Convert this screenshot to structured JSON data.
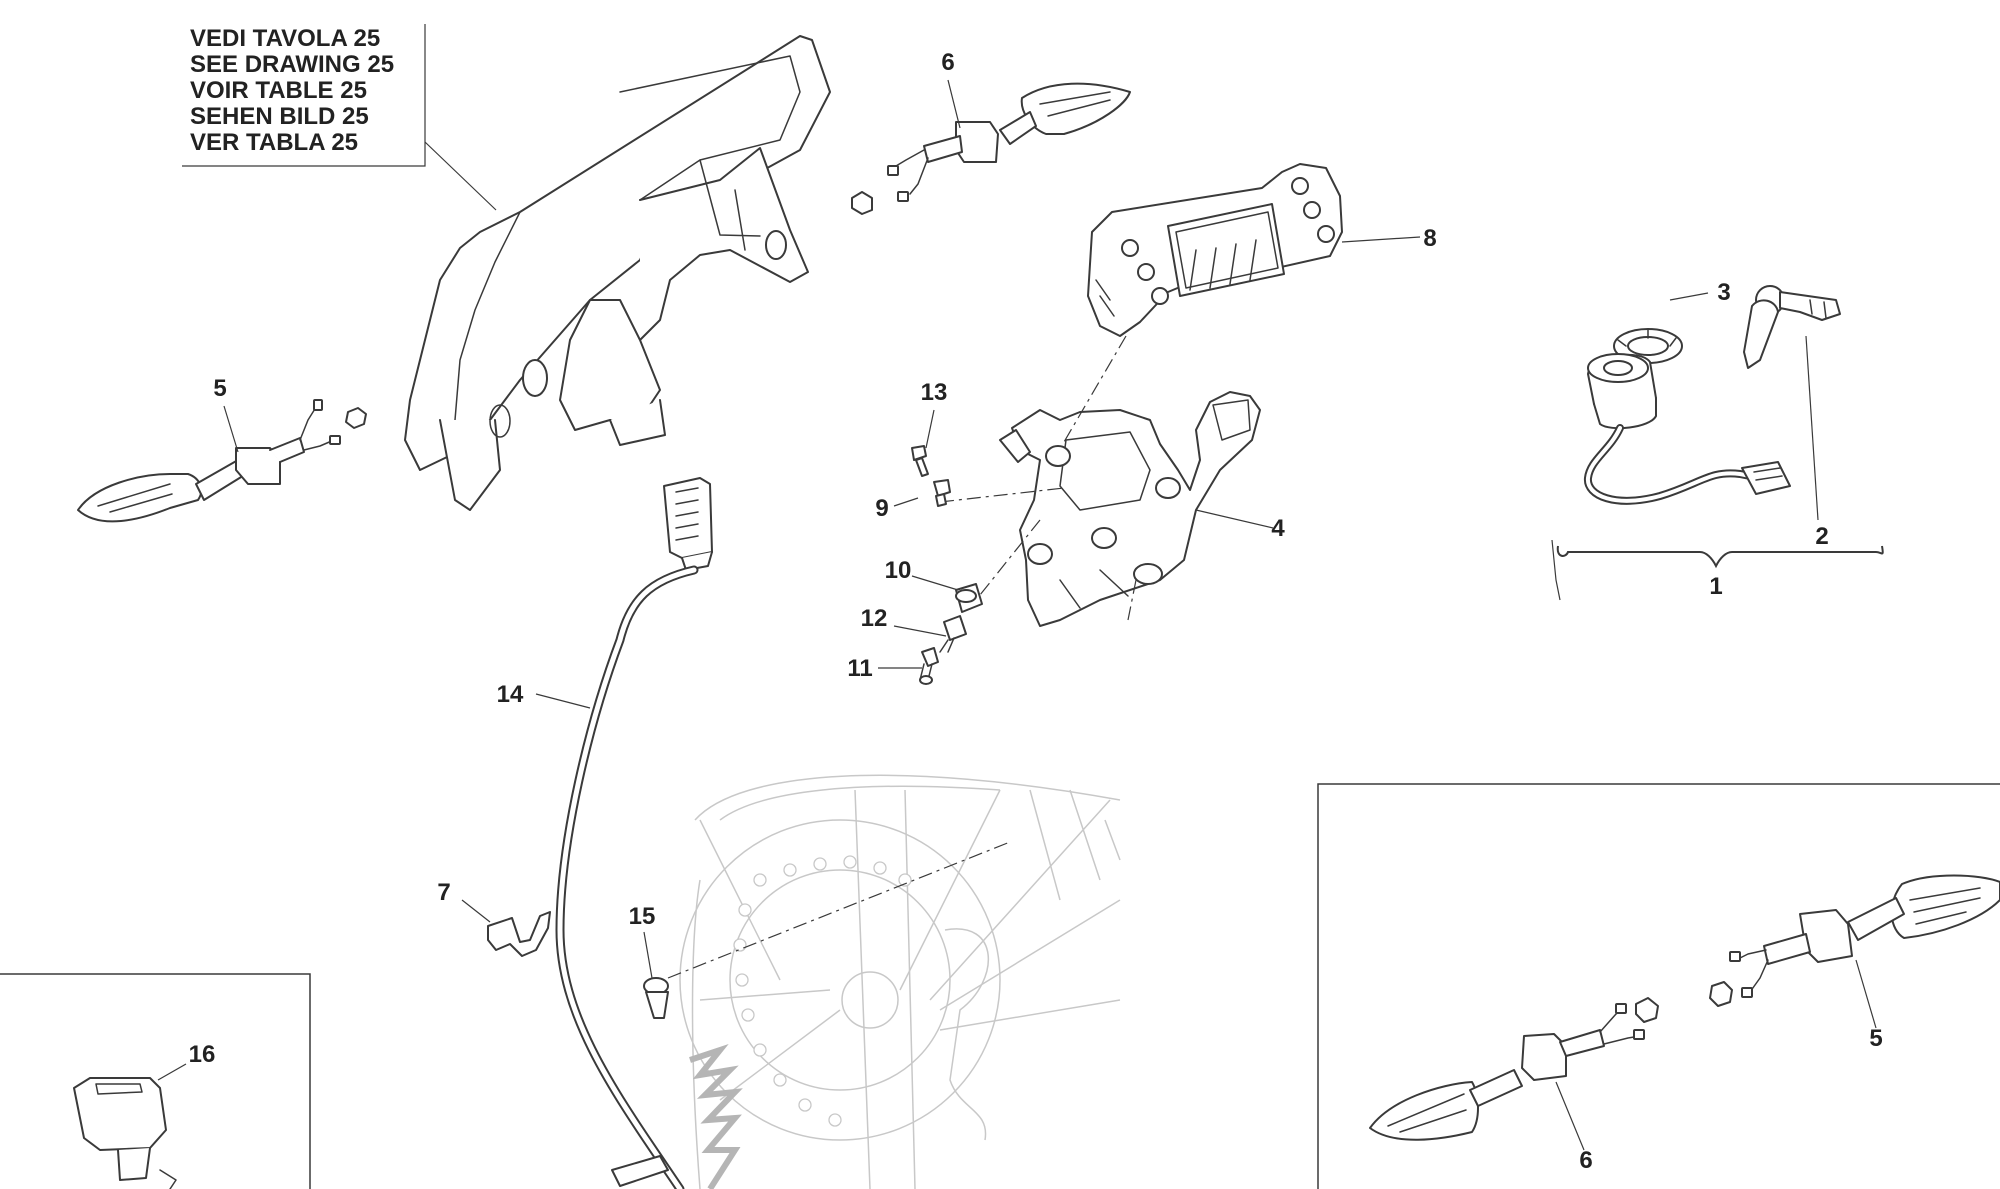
{
  "reference_note": {
    "lines": [
      "VEDI TAVOLA 25",
      "SEE DRAWING 25",
      "VOIR TABLE 25",
      "SEHEN BILD 25",
      "VER TABLA 25"
    ]
  },
  "callouts": {
    "c1": "1",
    "c2": "2",
    "c3": "3",
    "c4": "4",
    "c5a": "5",
    "c5b": "5",
    "c6a": "6",
    "c6b": "6",
    "c7": "7",
    "c8": "8",
    "c9": "9",
    "c10": "10",
    "c11": "11",
    "c12": "12",
    "c13": "13",
    "c14": "14",
    "c15": "15",
    "c16": "16"
  }
}
